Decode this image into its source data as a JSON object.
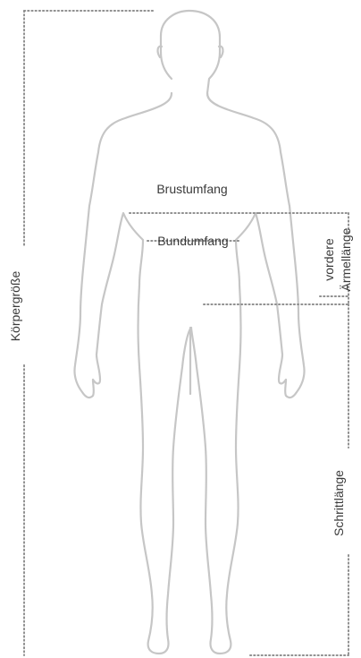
{
  "diagram": {
    "labels": {
      "chest": "Brustumfang",
      "waist": "Bundumfang",
      "height": "Körpergröße",
      "sleeve_line1": "vordere",
      "sleeve_line2": "Ärmellänge",
      "inseam": "Schrittlänge"
    },
    "colors": {
      "outline": "#c6c6c6",
      "measure_lines": "#8f8f8f",
      "text": "#3a3a3a"
    }
  }
}
